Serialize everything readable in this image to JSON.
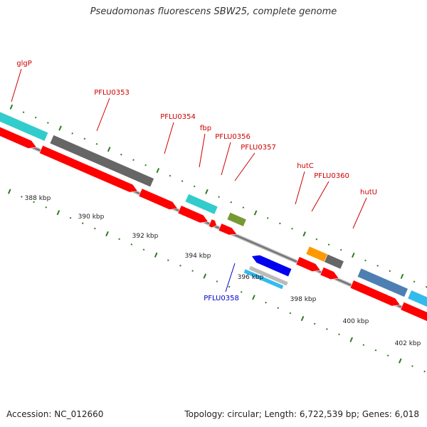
{
  "title": "Pseudomonas fluorescens SBW25, complete genome",
  "footer": {
    "accession": "Accession: NC_012660",
    "summary": "Topology: circular; Length: 6,722,539 bp; Genes: 6,018"
  },
  "colors": {
    "label_red": "#cc0000",
    "label_blue": "#0000cc",
    "tick_green": "#2e7d1e",
    "backbone": "#8c8c8c",
    "cds_red": "#ff0000",
    "teal": "#33cccc",
    "dark_gray": "#666666",
    "olive": "#779933",
    "orange": "#ff9900",
    "steel_blue": "#4d7fb3",
    "light_blue": "#33bbee",
    "blue": "#0000ee",
    "silver": "#bbbbbb"
  },
  "scale_labels": [
    "388 kbp",
    "390 kbp",
    "392 kbp",
    "394 kbp",
    "396 kbp",
    "398 kbp",
    "400 kbp",
    "402 kbp"
  ],
  "gene_labels": [
    {
      "text": "glgP",
      "color": "red"
    },
    {
      "text": "PFLU0353",
      "color": "red"
    },
    {
      "text": "PFLU0354",
      "color": "red"
    },
    {
      "text": "fbp",
      "color": "red"
    },
    {
      "text": "PFLU0356",
      "color": "red"
    },
    {
      "text": "PFLU0357",
      "color": "red"
    },
    {
      "text": "hutC",
      "color": "red"
    },
    {
      "text": "PFLU0360",
      "color": "red"
    },
    {
      "text": "hutU",
      "color": "red"
    },
    {
      "text": "PFLU0358",
      "color": "blue"
    }
  ]
}
